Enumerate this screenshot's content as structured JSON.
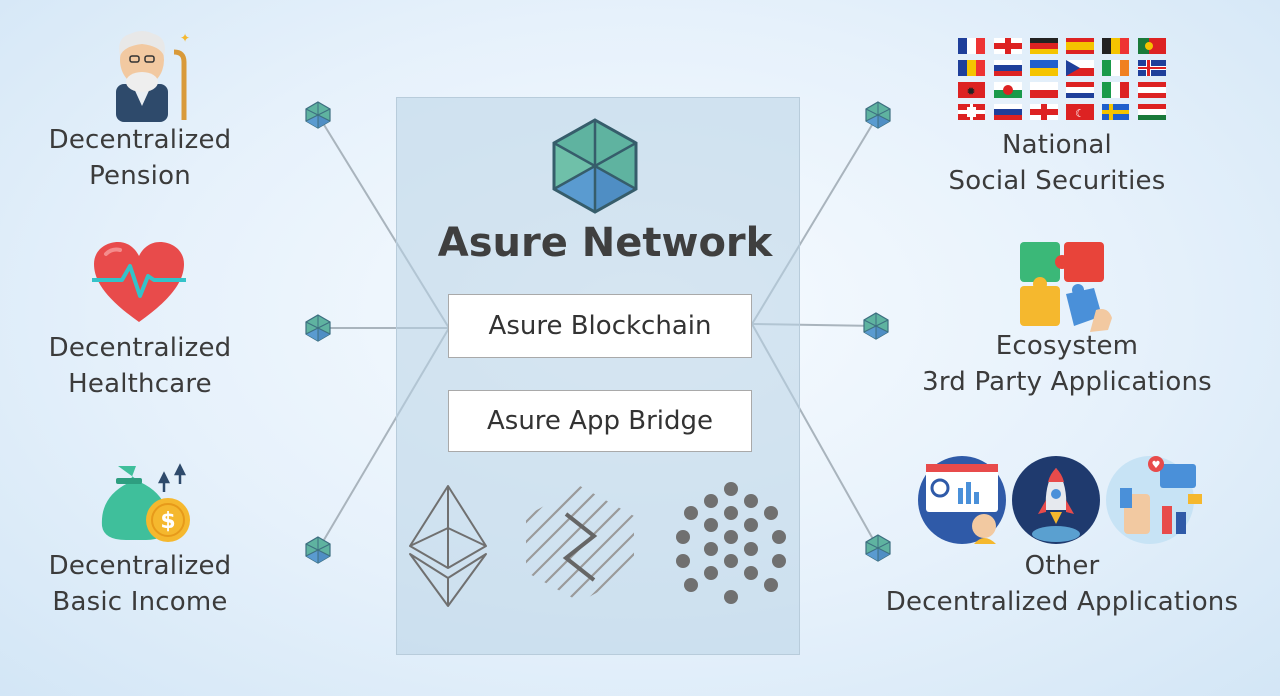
{
  "center": {
    "title": "Asure Network",
    "blockchain_label": "Asure Blockchain",
    "bridge_label": "Asure App Bridge",
    "platform_icons": [
      "ethereum-logo-icon",
      "hatched-chain-logo-icon",
      "dot-grid-logo-icon"
    ]
  },
  "left": {
    "pension": "Decentralized\nPension",
    "healthcare": "Decentralized\nHealthcare",
    "basic_income": "Decentralized\nBasic Income"
  },
  "right": {
    "social_securities": "National\nSocial Securities",
    "ecosystem": "Ecosystem\n3rd Party Applications",
    "other_apps": "Other\nDecentralized Applications"
  },
  "colors": {
    "hexagon_teal": "#5fb3a0",
    "hexagon_blue": "#5a9bd0",
    "line_gray": "#a9b4bd",
    "heart_red": "#e84b4b",
    "bag_green": "#3fbf9b",
    "coin_gold": "#f5b82e"
  }
}
